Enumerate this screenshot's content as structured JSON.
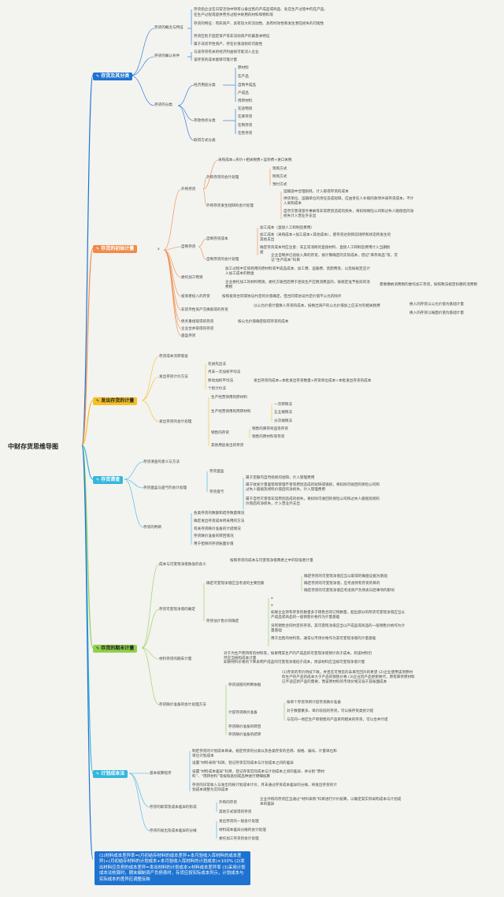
{
  "root": "中财存货思维导图",
  "colors": {
    "blue": "#1e73d1",
    "orange": "#f08a46",
    "yellow": "#f5c026",
    "green": "#8fd04a",
    "cyan": "#35b6dd"
  },
  "s1": {
    "title": "存货及其分类",
    "concept": "存货的概念与特征",
    "concept_items": [
      "存货指企业在日常活动中持有以备出售的产成品或商品、处在生产过程中的在产品、",
      "在生产过程或提供劳务过程中耗用的材料和物料等",
      "存货的特征：有形资产、具有较大的流动性、具有时效性和发生潜在损失的可能性",
      "存货区别于固定资产等非流动资产的最基本特征",
      "属于非货币性资产，存在价值减损的可能性"
    ],
    "recognize": "存货的确认条件",
    "recognize_items": [
      "与该存货有关的经济利益很可能流入企业",
      "该存货的成本能够可靠计量"
    ],
    "classify": "存货的分类",
    "econ": "经济用途分类",
    "econ_items": [
      "原材料",
      "在产品",
      "自制半成品",
      "产成品",
      "周转材料"
    ],
    "place": "存放地点分类",
    "place_items": [
      "在途物资",
      "在库存货",
      "在制存货",
      "在售存货"
    ],
    "source": "取得方式分类"
  },
  "s2": {
    "title": "存货的初始计量",
    "x_mark": "x",
    "purchase": "外购存货",
    "purchase_cost": "采购成本=买价+相关税费+运杂费+进口关税",
    "purchase_acc": "外购存货的会计处理",
    "purchase_acc_items": [
      "现购方式",
      "赊购方式",
      "预付方式"
    ],
    "short_loss": "外购存货发生短缺的会计处理",
    "short_loss_items": [
      "运输途中合理损耗，计入取得存货的成本",
      "供货单位、运输单位的责任造成短缺，应由责任人补偿的款项冲减存货成本，不计入采购成本",
      "自然灾害或意外事故等非常原因造成的损失，将扣除保险公司和过失人赔偿后的净损失计入营业外支出"
    ],
    "self_made": "自制存货",
    "self_cost": "自制存货成本",
    "self_cost_items": [
      "加工成本（直接人工和制造费用）",
      "加工成本（采购成本+加工成本+其他成本），使存货达到目前场所和状态所发生的其他支出",
      "确定存货成本时应注意：非正常消耗的直接材料、直接人工和制造费用计入当期损益"
    ],
    "self_acc": "自制存货的会计处理",
    "self_acc_text": "企业自制并已验收入库的存货，按计算确定的实际成本，借记“库存商品”等，贷记“生产成本”科目",
    "entrusted": "委托加工物资",
    "entrusted_items": [
      "加工过程中实际耗用的原材料或半成品成本、加工费、运输费、装卸费等，以及按规定应计入加工成本的税金",
      "企业委托加工的材料物资，委托方收回后用于连续生产应税消费品的，按规定准予抵扣的消费税"
    ],
    "entrusted_note": "需要缴纳消费税的委托加工存货，按照税法规定扣缴的消费税",
    "investor": "投资者投入的存货",
    "investor_text": "按照投资合同或协议约定的价值确定，但合同或协议约定价值不公允的除外",
    "exchange": "非货币性资产交换取得的存货",
    "exchange_text": "以公允价值计量换入存货的成本，按换出资产的公允价值加上应支付的相关税费",
    "exchange_items": [
      "换入的存货以公允价值为基础计量",
      "换入的存货以账面价值为基础计量"
    ],
    "debt": "债务重组取得的存货",
    "debt_text": "按公允价值确定取得存货的成本",
    "merger": "企业合并取得的存货",
    "gift": "盘盈存货"
  },
  "s3": {
    "title": "发出存货的计量",
    "flow": "存货成本流转假设",
    "methods": "发出存货计价方法",
    "method_items": [
      "先进先出法",
      "月末一次加权平均法",
      "移动加权平均法",
      "个别计价法"
    ],
    "method_note": "发出存货的成本=本批发出存货数量×存货单位成本+本批发出存货的成本",
    "acc": "发出存货的会计处理",
    "acc_items": [
      "生产经营领用的原材料",
      "生产经营领用的周转材料",
      "销售的存货",
      "其他用途发出的存货"
    ],
    "turnover_items": [
      "一次转销法",
      "五五摊销法",
      "分次摊销法"
    ],
    "sale_items": [
      "销售的库存商品等存货",
      "销售的原材料等存货"
    ]
  },
  "s4": {
    "title": "存货清查",
    "meaning": "存货清查的意义与方法",
    "profit_loss": "存货盘盈与盘亏的会计处理",
    "gain": "存货盘盈",
    "loss": "存货盘亏",
    "loss_items": [
      "属于定额内自然损耗的短缺，计入管理费用",
      "属于收发计量差错和管理不善等原因造成的短缺或毁损，将扣除可收回的保险公司和过失人赔偿及残料价值后的净损失，计入管理费用",
      "属于自然灾害等非常原因造成的损失，将扣除可收回的保险公司和过失人赔偿及残料价值后的净损失，计入营业外支出"
    ],
    "judge": "存货的判断",
    "judge_items": [
      "各类存货的数额和结存数量情况",
      "确定发出存货成本所采用的方法",
      "有关存货跌价准备的计提情况",
      "存货跌价准备的转回情况",
      "用于担保的存货账面价值"
    ]
  },
  "s5": {
    "title": "存货的期末计量",
    "lcnrv": "成本与可变现净值孰低的含义",
    "lcnrv_text": "按照存货的成本与可变现净值两者之中的较低者计量",
    "nrv": "存货可变现净值的确定",
    "evidence": "确定可变现净值应当考虑的主要因素",
    "evidence_items": [
      "确定存货的可变现净值应当以取得的确凿证据为基础",
      "确定存货的可变现净值，应考虑持有存货的目的",
      "确定存货的可变现净值应考虑资产负债表日后事项的影响"
    ],
    "calc": "存货估计售价的确定",
    "calc_items": [
      "x",
      "x",
      "如果企业持有存货的数量多于销售合同订购数量，超出部分的存货可变现净值应当以产成品或商品的一般销售价格作为计量基础",
      "没有销售合同约定的存货，其可变现净值应当以产成品或商品的一般销售价格作为计量基础",
      "用于出售的材料等，通常以市场价格作为其可变现净值的计量基础"
    ],
    "material": "材料存货的期末计量",
    "material_items": [
      "对于为生产而持有的材料等，如果用其生产的产成品的可变现净值预计高于成本，则该材料仍然应当按照成本计量",
      "如果材料价格的下降表明产成品的可变现净值低于成本，则该材料应当按可变现净值计量"
    ],
    "provision": "存货跌价准备的会计处理方法",
    "prov_sub": "存货减值的判断依据",
    "prov_text": "(1)存货的市价持续下跌，并且在可预见的未来无回升的希望 (2)企业使用该项原材料生产的产品的成本大于产品的销售价格 (3)企业因产品更新换代，原有库存原材料已不适应新产品的需要，而该原材料的市场价格又低于其账面成本",
    "prov_items": [
      "计提存货跌价准备",
      "存货跌价准备的转回",
      "存货跌价准备的结转"
    ],
    "prov_detail": [
      "按单个存货项目计提存货跌价准备",
      "对于数量繁多、单价较低的存货，可以按存货类别计提",
      "与在同一地区生产和销售的产品系列相关的存货，可以合并计提"
    ]
  },
  "s6": {
    "title": "计划成本法",
    "basic": "基本核算程序",
    "basic_items": [
      "制定存货的计划成本目录，规定存货的分类以及各类存货的名称、规格、编号、计量单位和单位计划成本",
      "设置“材料采购”科目，登记存货实际成本与计划成本之间的差异",
      "设置“材料成本差异”科目，登记存货实际成本与计划成本之间的差异，并分别“原材料”、“周转材料”等按照类别或品种进行明细核算",
      "存货的日常收入与发出均按计划成本计价，月末通过存货成本差异的分摊，将发出存货的计划成本调整为实际成本"
    ],
    "receive": "存货的取得及成本差异的形成",
    "receive_items": [
      "外购的存货",
      "其他方式取得的存货"
    ],
    "receive_text": "企业外购的存货应当通过“材料采购”科目进行计价核算，以确定其实际采购成本与计划成本的差异",
    "issue": "存货的发出及成本差异的分摊",
    "issue_items": [
      "发出存货的一般会计处理",
      "材料成本差异分摊的会计处理",
      "委托加工存货的会计处理"
    ]
  },
  "summary": "(1)材料成本差异率=(月初结存材料的成本差异+本月验收入库材料的成本差异)÷(月初结存材料的计划成本+本月验收入库材料的计划成本)×100% (2)发出材料应负担的成本差异=发出材料的计划成本×材料成本差异率 (3)采用计划成本法核算时，期末编制资产负债表时，存货应按实际成本列示，计划成本与实际成本的差异应调整反映"
}
